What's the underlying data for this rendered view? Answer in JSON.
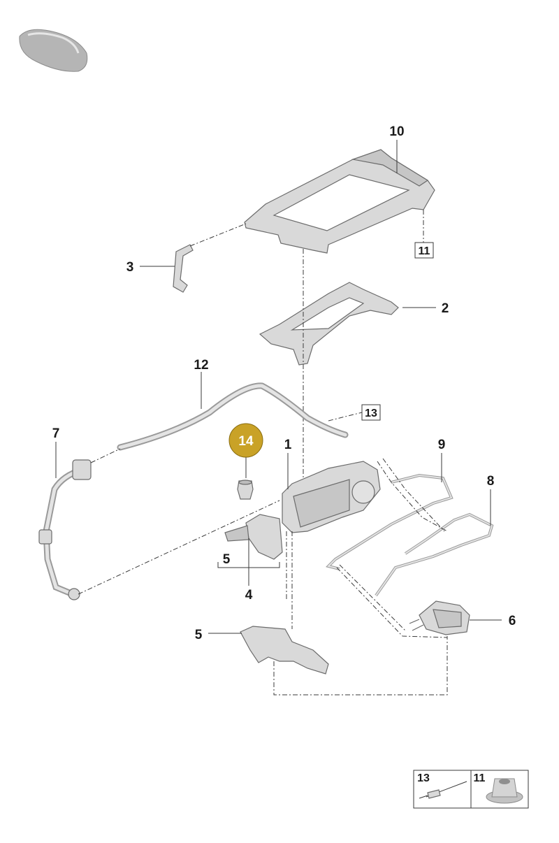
{
  "colors": {
    "highlight": "#c9a227",
    "highlight_stroke": "#8a6d10",
    "part_fill": "#d9d9d9",
    "line": "#3a3a3a"
  },
  "icons": {
    "vehicle": "car-silhouette-icon",
    "nut": "flange-nut-icon",
    "clip": "cable-clip-icon"
  },
  "callouts": {
    "c10": "10",
    "c11": "11",
    "c3": "3",
    "c2": "2",
    "c12": "12",
    "c13": "13",
    "c7": "7",
    "c14": "14",
    "c1": "1",
    "c9": "9",
    "c8": "8",
    "c5a": "5",
    "c4": "4",
    "c6": "6",
    "c5b": "5"
  },
  "legend": {
    "left_label": "13",
    "right_label": "11"
  }
}
